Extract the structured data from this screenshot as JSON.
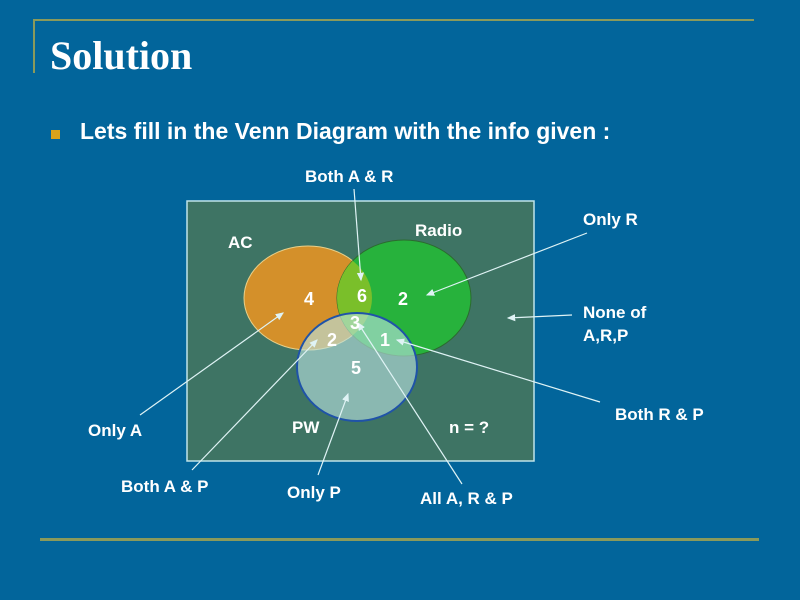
{
  "slide": {
    "title": "Solution",
    "bullet": "Lets fill in the Venn Diagram with the info given :"
  },
  "colors": {
    "background": "#02659b",
    "accent_rule": "#8a9a5b",
    "bullet": "#d9a31b",
    "universe": "#3e7464",
    "set_ac": "#d4902a",
    "set_radio": "#27b23c",
    "set_pw": "#8fc4c4"
  },
  "venn": {
    "sets": {
      "ac": "AC",
      "radio": "Radio",
      "pw": "PW"
    },
    "universe_label": "n = ?",
    "regions": {
      "only_a": "4",
      "a_and_r": "6",
      "only_r": "2",
      "a_r_p": "3",
      "a_and_p": "2",
      "r_and_p": "1",
      "only_p": "5"
    },
    "callouts": {
      "both_a_r": "Both A & R",
      "only_r": "Only R",
      "none_line1": "None of",
      "none_line2": "A,R,P",
      "both_r_p": "Both R & P",
      "only_a": "Only A",
      "both_a_p": "Both A & P",
      "only_p": "Only P",
      "all_a_r_p": "All A, R & P"
    }
  }
}
